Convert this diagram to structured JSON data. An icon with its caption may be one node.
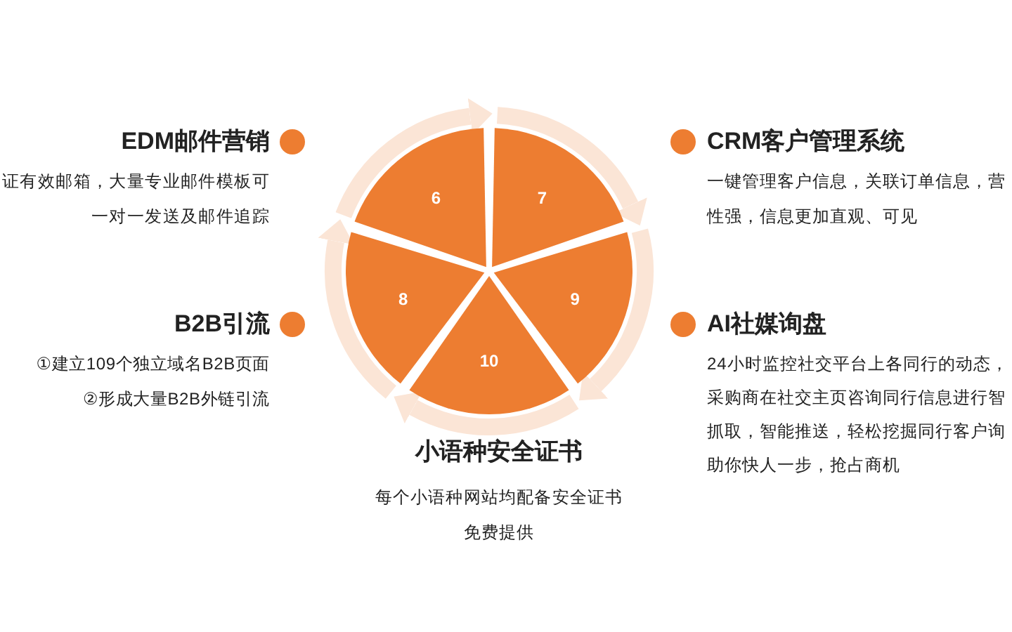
{
  "diagram": {
    "nodes": [
      {
        "text": [
          "EDM邮件营销",
          "证有效邮箱，大量专业邮件模板可一对一发送及邮件追踪"
        ]
      },
      {
        "text": [
          "CRM客户管理系统",
          "一键管理客户信息，关联订单信息，营性强，信息更加直观、可见"
        ]
      },
      {
        "text": [
          "6"
        ]
      },
      {
        "text": [
          "7"
        ]
      },
      {
        "text": [
          "B2B引流",
          "①建立109个独立域名B2B页面",
          "②形成大量B2B外链引流"
        ]
      },
      {
        "text": [
          "8"
        ]
      },
      {
        "text": [
          "9"
        ]
      },
      {
        "text": [
          "AI社媒询盘",
          "24小时监控社交平台上各同行的动态，采购商在社交主页咨询同行信息进行智抓取，智能推送，轻松挖掘同行客户询助你快人一步，抢占商机"
        ]
      },
      {
        "text": [
          "10"
        ]
      },
      {
        "text": [
          "小语种安全证书",
          "每个小语种网站均配备安全证书免费提供"
        ]
      }
    ],
    "edges": [
      {
        "from": 2,
        "to": 3,
        "arrow": "to"
      },
      {
        "from": 3,
        "to": 6,
        "arrow": "to"
      },
      {
        "from": 6,
        "to": 8,
        "arrow": "to"
      },
      {
        "from": 8,
        "to": 5,
        "arrow": "to"
      },
      {
        "from": 5,
        "to": 2,
        "arrow": "to"
      }
    ]
  }
}
